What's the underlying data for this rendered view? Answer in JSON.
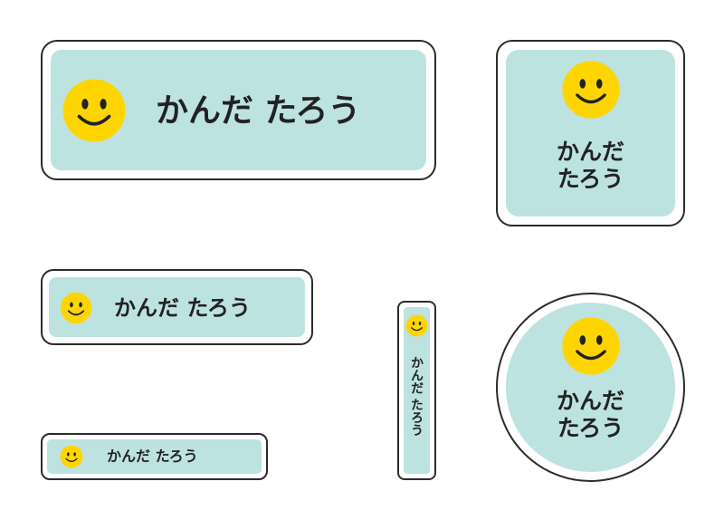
{
  "labels": {
    "large_wide": {
      "name": "かんだ たろう"
    },
    "square": {
      "line1": "かんだ",
      "line2": "たろう"
    },
    "medium_wide": {
      "name": "かんだ たろう"
    },
    "small_wide": {
      "name": "かんだ たろう"
    },
    "vertical": {
      "name": "かんだ たろう"
    },
    "round": {
      "line1": "かんだ",
      "line2": "たろう"
    }
  },
  "colors": {
    "label_fill": "#bde3e1",
    "label_border": "#2b2b2b",
    "smiley_face": "#fed501",
    "smiley_features": "#222222",
    "text": "#222222"
  },
  "icons": {
    "face": "smiley-face-icon"
  }
}
